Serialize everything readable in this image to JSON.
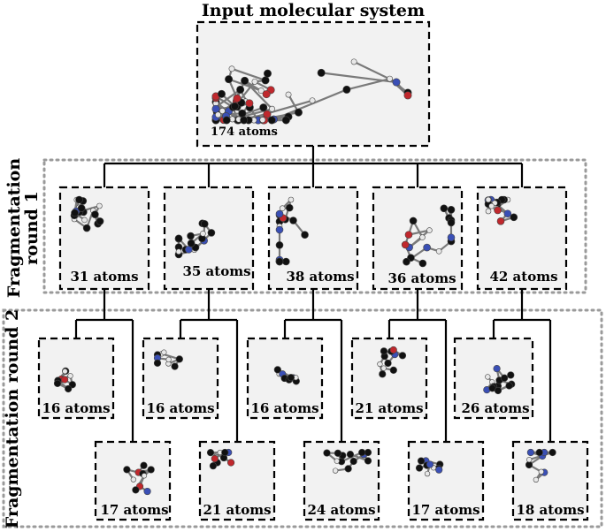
{
  "title": "Input molecular system",
  "round_labels": {
    "round1": [
      "Fragmentation",
      "round 1"
    ],
    "round2": "Fragmentation round 2"
  },
  "input": {
    "label": "174 atoms"
  },
  "round1": [
    {
      "label": "31 atoms"
    },
    {
      "label": "35 atoms"
    },
    {
      "label": "38 atoms"
    },
    {
      "label": "36 atoms"
    },
    {
      "label": "42 atoms"
    }
  ],
  "round2_upper": [
    {
      "label": "16 atoms"
    },
    {
      "label": "16 atoms"
    },
    {
      "label": "16 atoms"
    },
    {
      "label": "21 atoms"
    },
    {
      "label": "26 atoms"
    }
  ],
  "round2_lower": [
    {
      "label": "17 atoms"
    },
    {
      "label": "21 atoms"
    },
    {
      "label": "24 atoms"
    },
    {
      "label": "17 atoms"
    },
    {
      "label": "18 atoms"
    }
  ],
  "atom_colors": {
    "carbon": "#111111",
    "oxygen": "#c0282d",
    "nitrogen": "#3a4fb5",
    "hydrogen": "#e8e8e8"
  }
}
